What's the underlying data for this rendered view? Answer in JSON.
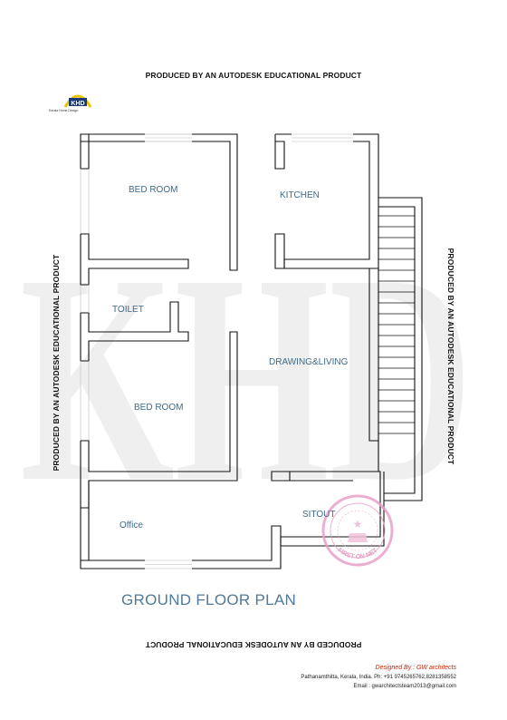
{
  "stamps": {
    "top": "PRODUCED BY AN AUTODESK EDUCATIONAL PRODUCT",
    "bottom": "PRODUCED BY AN AUTODESK EDUCATIONAL PRODUCT",
    "left": "PRODUCED BY AN AUTODESK EDUCATIONAL PRODUCT",
    "right": "PRODUCED BY AN AUTODESK EDUCATIONAL PRODUCT"
  },
  "logo": {
    "mark": "KHD",
    "caption": "Kerala Home Design"
  },
  "watermark": "KHD",
  "rooms": {
    "bedroom_top": "BED ROOM",
    "kitchen": "KITCHEN",
    "toilet": "TOILET",
    "drawing_living": "DRAWING&LIVING",
    "bedroom_bottom": "BED ROOM",
    "sitout": "SITOUT",
    "office": "Office"
  },
  "title": "GROUND FLOOR PLAN",
  "seal": {
    "text": "FIRST ON NET",
    "color": "#e8a0c8"
  },
  "credit": {
    "designed_by": "Designed By : GW architects",
    "address": "Pathanamthitta, Kerala, India. Ph: +91 9745265762,8281358552",
    "email": "Email : gwarchitectsteam2013@gmail.com"
  },
  "colors": {
    "wall": "#111111",
    "room_label": "#3d6b8c",
    "title": "#4f7a99",
    "watermark": "#eeeeee"
  }
}
